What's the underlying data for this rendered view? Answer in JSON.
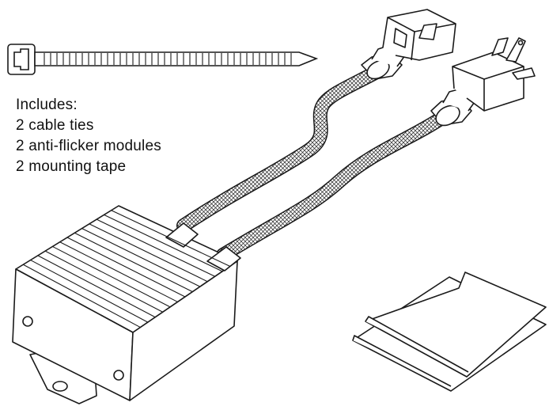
{
  "includes": {
    "heading": "Includes:",
    "items": [
      "2 cable ties",
      "2 anti-flicker modules",
      "2 mounting tape"
    ]
  },
  "colors": {
    "ink": "#1a1a1a",
    "background": "#ffffff"
  },
  "icons": {
    "cable_tie": "cable-tie-icon",
    "module": "anti-flicker-module-icon",
    "connector_female": "female-connector-icon",
    "connector_male": "male-connector-icon",
    "tape": "mounting-tape-icon"
  }
}
